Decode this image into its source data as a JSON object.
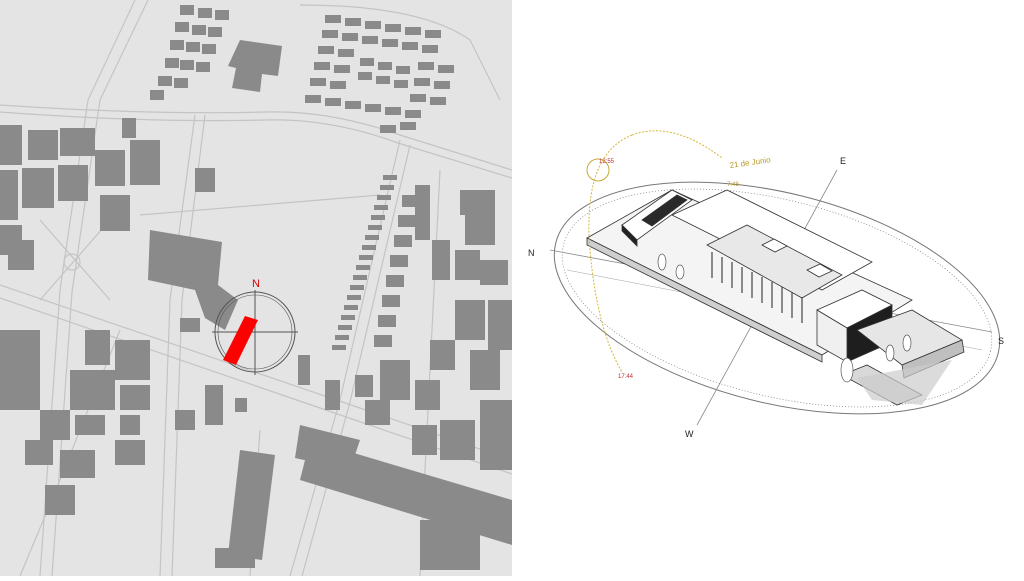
{
  "site_plan": {
    "north_label": "N",
    "colors": {
      "background": "#e4e4e4",
      "building": "#8a8a8a",
      "street_line": "#c4c4c4",
      "site": "#ff0000",
      "compass": "#555555",
      "north_label": "#d40000"
    }
  },
  "solar_diagram": {
    "date_label": "21 de Junio",
    "times": {
      "noon": "12:55",
      "sunrise": "7:48",
      "sunset": "17:44"
    },
    "cardinals": {
      "north": "N",
      "east": "E",
      "south": "S",
      "west": "W"
    },
    "colors": {
      "sun_path": "#d6b63a",
      "date_label": "#b89a2a",
      "time_label": "#c03030",
      "ellipse": "#777777"
    }
  }
}
